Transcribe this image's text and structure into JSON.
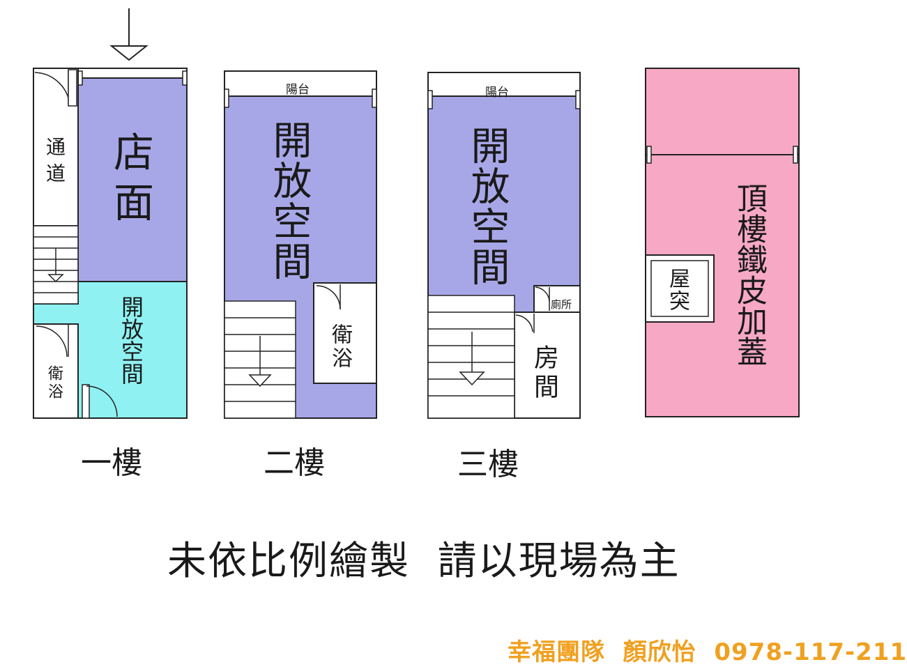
{
  "floors": {
    "f1": {
      "label": "一樓",
      "rooms": {
        "shop": "店面",
        "open": "開放空間",
        "passage": "通道",
        "bath": "衛浴"
      }
    },
    "f2": {
      "label": "二樓",
      "rooms": {
        "balcony": "陽台",
        "open": "開放空間",
        "bath": "衛浴"
      }
    },
    "f3": {
      "label": "三樓",
      "rooms": {
        "balcony": "陽台",
        "open": "開放空間",
        "toilet": "廁所",
        "room": "房間"
      }
    },
    "roof": {
      "rooms": {
        "addition": "頂樓鐵皮加蓋",
        "stair_house": "屋突"
      }
    }
  },
  "note": "未依比例繪製  請以現場為主",
  "contact": "幸福團隊  顏欣怡  0978-117-211",
  "colors": {
    "purple": "#a7a7e8",
    "cyan": "#8ff1f1",
    "pink": "#f7a8c4",
    "contact": "#f0a020"
  }
}
